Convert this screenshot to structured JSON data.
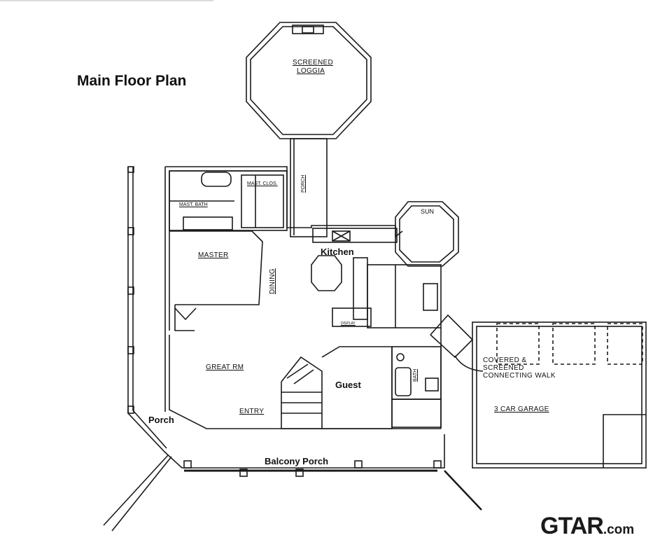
{
  "title": "Main Floor Plan",
  "rooms": {
    "screened_loggia_line1": "SCREENED",
    "screened_loggia_line2": "LOGGIA",
    "porch_vertical": "PORCH",
    "master_closet": "MAST. CLOS.",
    "master_bath": "MAST. BATH",
    "sun": "SUN",
    "kitchen": "Kitchen",
    "master": "MASTER",
    "dining": "DINING",
    "display": "DISPLAY",
    "great_room": "GREAT RM",
    "guest": "Guest",
    "bath": "BATH",
    "entry": "ENTRY",
    "porch": "Porch",
    "balcony_porch": "Balcony Porch",
    "garage": "3 CAR GARAGE"
  },
  "connecting_walk": {
    "line1": "COVERED &",
    "line2": "SCREENED",
    "line3": "CONNECTING WALK"
  },
  "logo": {
    "brand": "GTAR",
    "suffix": ".com"
  }
}
